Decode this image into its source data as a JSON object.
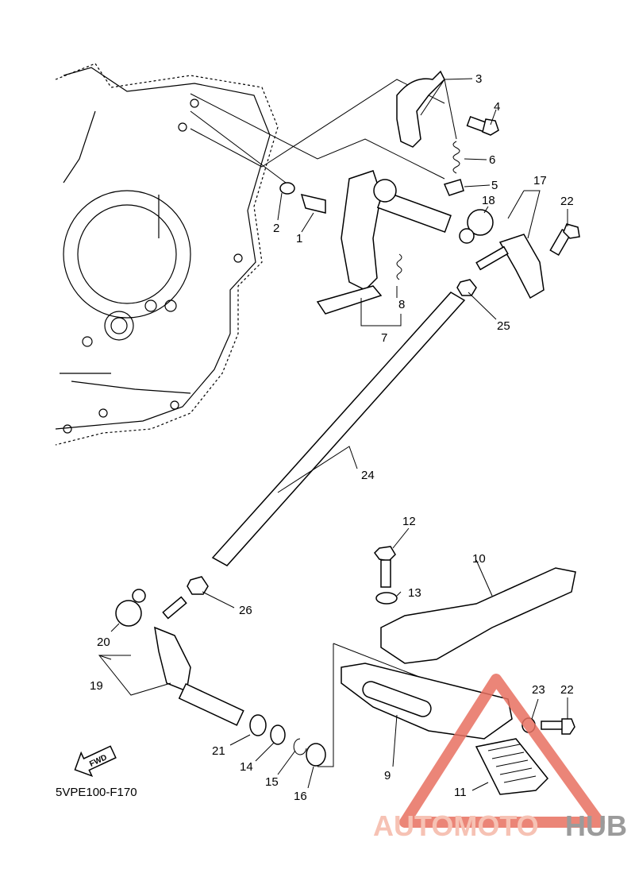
{
  "diagram_code": "5VPE100-F170",
  "fwd_label": "FWD",
  "watermark": {
    "part1": "AUTOMOTO",
    "part2": "HUB",
    "color1": "#f5b8a8",
    "color2": "#8a8a8a",
    "triangle_color": "#e87060"
  },
  "callouts": [
    "1",
    "2",
    "3",
    "4",
    "5",
    "6",
    "7",
    "8",
    "9",
    "10",
    "11",
    "12",
    "13",
    "14",
    "15",
    "16",
    "17",
    "18",
    "19",
    "20",
    "21",
    "22",
    "22",
    "23",
    "24",
    "25",
    "26"
  ]
}
